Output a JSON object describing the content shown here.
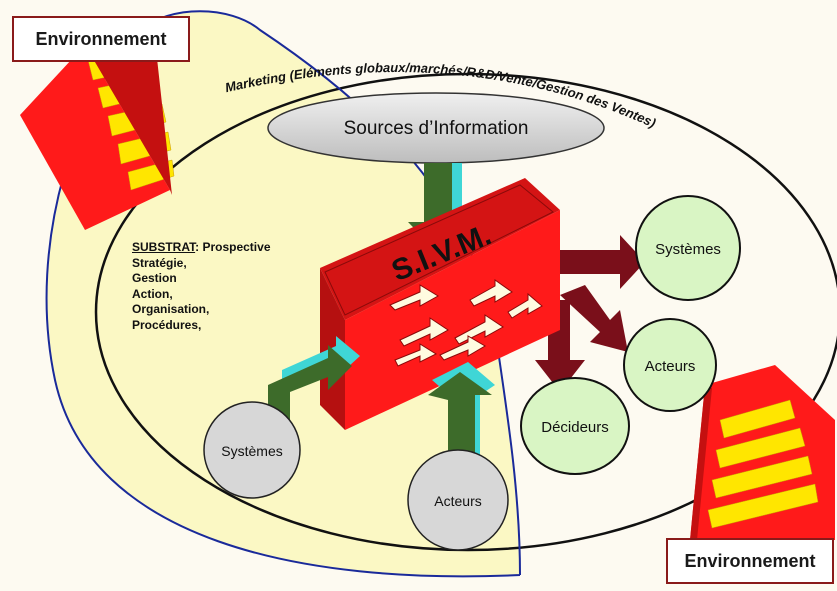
{
  "environment_top": "Environnement",
  "environment_bottom": "Environnement",
  "arc_label": "Marketing (Eléments globaux/marchés/R&D/Vente/Gestion des Ventes)",
  "sources": "Sources d’Information",
  "sivm": "S.I.V.M.",
  "substrat": {
    "title": "SUBSTRAT",
    "first": ": Prospective",
    "lines": [
      "Stratégie,",
      "Gestion",
      "Action,",
      "Organisation,",
      "Procédures,"
    ]
  },
  "outputs": {
    "systemes": "Systèmes",
    "acteurs": "Acteurs",
    "decideurs": "Décideurs"
  },
  "inputs": {
    "systemes": "Systèmes",
    "acteurs": "Acteurs"
  },
  "colors": {
    "big_red": "#ff1a1a",
    "stripe_yellow": "#ffe600",
    "dark_red_arrow": "#7a0f1a",
    "green_arrow": "#3d6b2a",
    "cyan_face": "#3fd6d6",
    "green_circle": "#d9f5c4",
    "grey_circle": "#d7d7d7",
    "substrat_fill": "#fbf8c4",
    "blue_ring": "#1a2a9a"
  }
}
